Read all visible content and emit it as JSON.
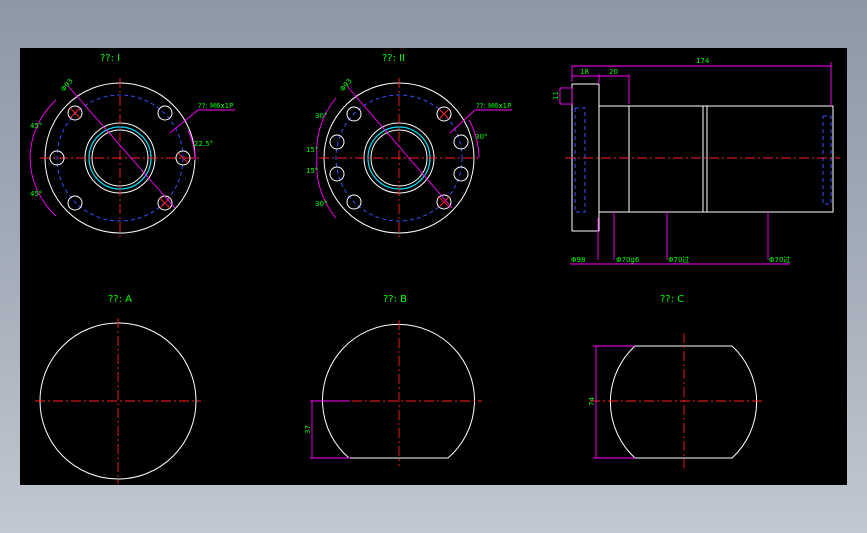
{
  "views": {
    "view1": {
      "title": "??: I",
      "thread": "??: M6x1P",
      "bolt_dia": "Φ93",
      "angles": [
        "45°",
        "45°",
        "22.5°"
      ]
    },
    "view2": {
      "title": "??: II",
      "thread": "??: M6x1P",
      "bolt_dia": "Φ93",
      "angles": [
        "30°",
        "15°",
        "15°",
        "30°",
        "30°"
      ]
    },
    "side": {
      "length": "174",
      "flange": "18",
      "step": "20",
      "offset": "11",
      "diameters": [
        "Φ98",
        "Φ70g6",
        "Φ70过",
        "Φ70过"
      ]
    },
    "viewA": {
      "title": "??: A"
    },
    "viewB": {
      "title": "??: B",
      "height": "37"
    },
    "viewC": {
      "title": "??: C",
      "height": "74"
    }
  },
  "colors": {
    "background": "#000000",
    "outline": "#ffffff",
    "centerline": "#ff2020",
    "hidden": "#3a4dff",
    "dimension": "#ff00ff",
    "text": "#00ff00"
  }
}
